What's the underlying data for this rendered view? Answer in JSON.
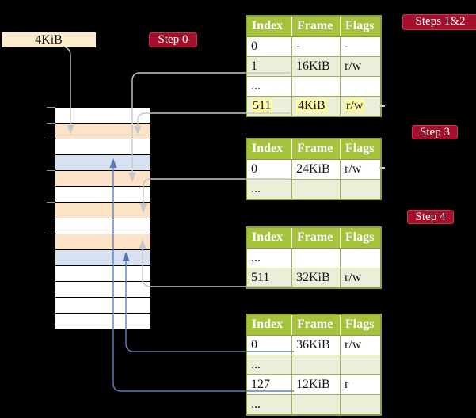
{
  "title": "Four-level page table translation diagram",
  "colors": {
    "background": "#000000",
    "badge_red": "#a5102d",
    "table_header_green": "#a4c23b",
    "table_row_green": "#e9efd8",
    "table_border_olive": "#8c9e3e",
    "highlight_yellow": "#fdf8a3",
    "frame_page_table_peach": "#fce3c7",
    "frame_data_blue": "#d6e2f2",
    "page_size_box_cream": "#fbedcb",
    "wire_gray": "#c8c8c8",
    "wire_blue": "#5e81bc"
  },
  "page_size_box": {
    "label": "4KiB"
  },
  "badges": {
    "step0": "Step 0",
    "steps12": "Steps 1&2",
    "step3": "Step 3",
    "step4": "Step 4"
  },
  "tables": [
    {
      "id": "level-4-table",
      "headers": [
        "Index",
        "Frame",
        "Flags"
      ],
      "rows": [
        {
          "cells": [
            "0",
            "-",
            "-"
          ]
        },
        {
          "cells": [
            "1",
            "16KiB",
            "r/w"
          ]
        },
        {
          "cells": [
            "...",
            "",
            ""
          ]
        },
        {
          "cells": [
            "511",
            "4KiB",
            "r/w"
          ],
          "highlighted": true
        }
      ]
    },
    {
      "id": "level-3-table",
      "headers": [
        "Index",
        "Frame",
        "Flags"
      ],
      "rows": [
        {
          "cells": [
            "0",
            "24KiB",
            "r/w"
          ]
        },
        {
          "cells": [
            "...",
            "",
            ""
          ]
        }
      ]
    },
    {
      "id": "level-2-table",
      "headers": [
        "Index",
        "Frame",
        "Flags"
      ],
      "rows": [
        {
          "cells": [
            "...",
            "",
            ""
          ]
        },
        {
          "cells": [
            "511",
            "32KiB",
            "r/w"
          ]
        }
      ]
    },
    {
      "id": "level-1-table",
      "headers": [
        "Index",
        "Frame",
        "Flags"
      ],
      "rows": [
        {
          "cells": [
            "0",
            "36KiB",
            "r/w"
          ]
        },
        {
          "cells": [
            "...",
            "",
            ""
          ]
        },
        {
          "cells": [
            "127",
            "12KiB",
            "r"
          ]
        },
        {
          "cells": [
            "...",
            "",
            ""
          ]
        }
      ]
    }
  ],
  "memory_strip": {
    "frame_size_label": "4KiB",
    "frames": [
      "free",
      "page-table",
      "free",
      "data",
      "page-table",
      "free",
      "page-table",
      "free",
      "page-table",
      "data",
      "free",
      "free",
      "free",
      "free"
    ]
  }
}
